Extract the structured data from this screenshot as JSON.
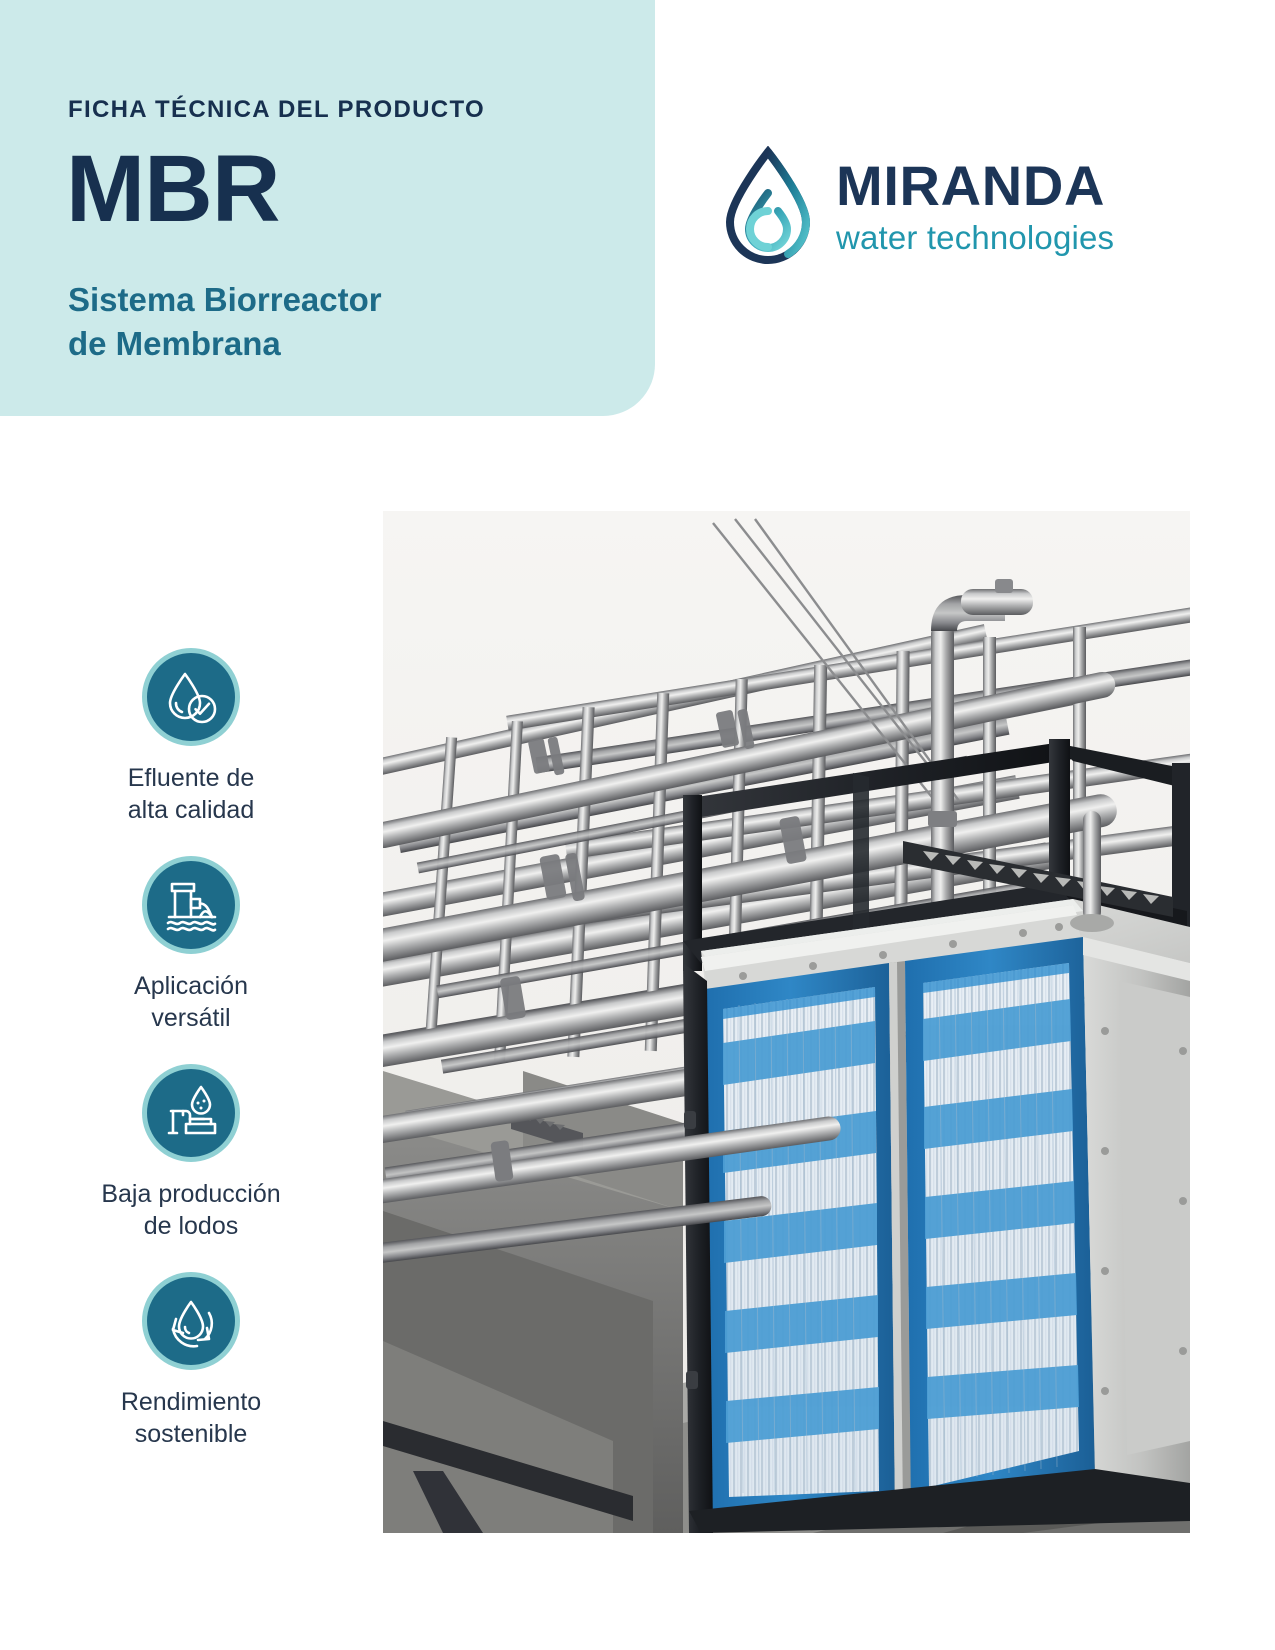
{
  "header": {
    "kicker": "FICHA TÉCNICA DEL PRODUCTO",
    "title": "MBR",
    "subtitle": "Sistema Biorreactor\nde Membrana",
    "bg_color": "#cceaea",
    "title_color": "#17304f",
    "subtitle_color": "#1d6b88"
  },
  "logo": {
    "mark": "water-drop-spiral-icon",
    "name": "MIRANDA",
    "tagline": "water technologies",
    "name_color": "#1c3557",
    "tagline_color": "#2196ad"
  },
  "features": [
    {
      "icon": "water-drop-check-icon",
      "label": "Efluente de\nalta calidad"
    },
    {
      "icon": "water-outfall-discharge-icon",
      "label": "Aplicación\nversátil"
    },
    {
      "icon": "sludge-press-drop-icon",
      "label": "Baja producción\nde lodos"
    },
    {
      "icon": "water-recycle-drop-icon",
      "label": "Rendimiento\nsostenible"
    }
  ],
  "photo": {
    "name": "mbr-membrane-cassette-photo",
    "alt": "Módulo de membranas MBR con bastidores azules y colector de tuberías de acero inoxidable",
    "accent_frame_color": "#2b7fbe",
    "membrane_stripe_color": "#4f9fd4",
    "steel_color": "#9a9a98",
    "frame_color": "#23262b"
  },
  "palette": {
    "brand_navy": "#17304f",
    "brand_teal": "#1d6b88",
    "brand_cyan": "#2196ad",
    "icon_ring": "#8fd0d3",
    "header_bg": "#cceaea",
    "text_body": "#27374d"
  }
}
